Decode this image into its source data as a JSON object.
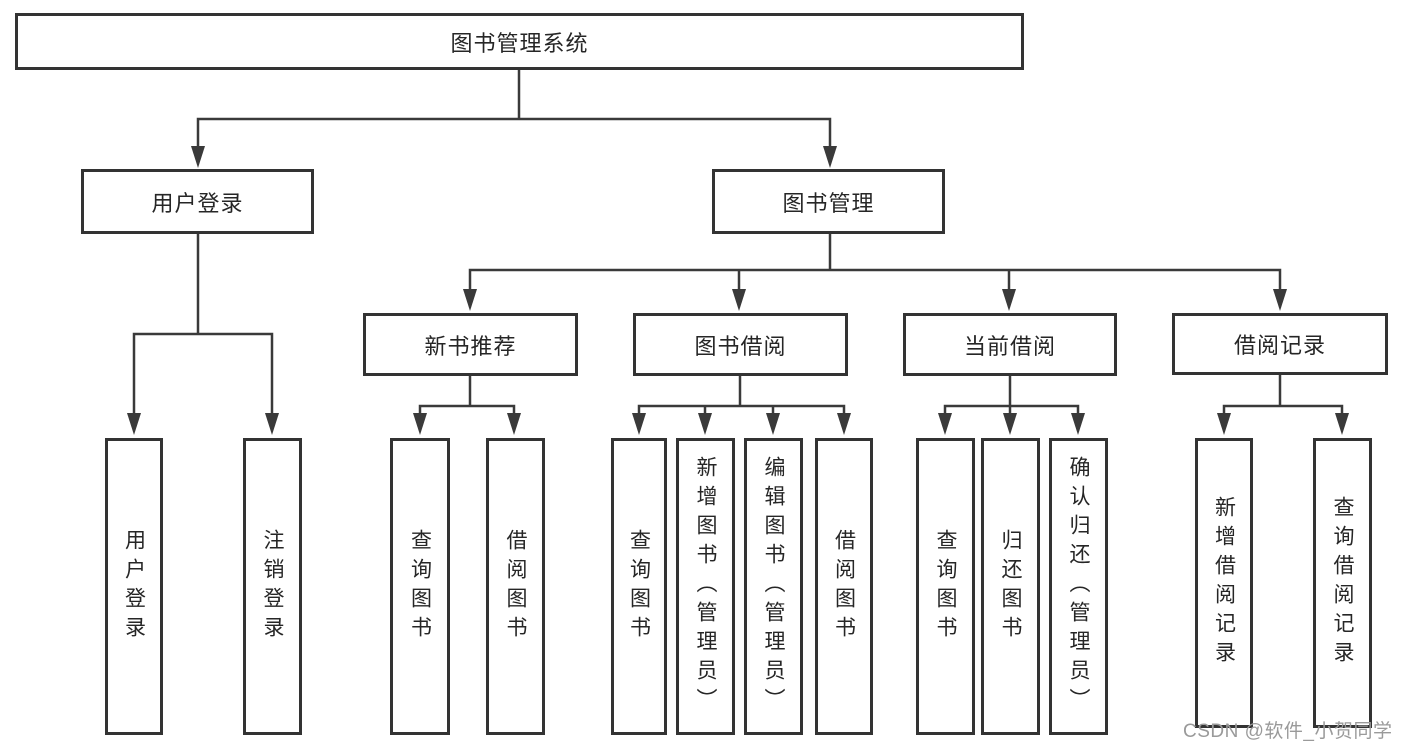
{
  "root": {
    "label": "图书管理系统"
  },
  "level2": {
    "user_login": {
      "label": "用户登录"
    },
    "book_management": {
      "label": "图书管理"
    }
  },
  "level3": {
    "new_book_recommend": {
      "label": "新书推荐"
    },
    "book_borrowing": {
      "label": "图书借阅"
    },
    "current_borrowing": {
      "label": "当前借阅"
    },
    "borrowing_records": {
      "label": "借阅记录"
    }
  },
  "leaves": {
    "user_login": {
      "label": "用户登录"
    },
    "logout": {
      "label": "注销登录"
    },
    "recommend_query_books": {
      "label": "查询图书"
    },
    "recommend_borrow_books": {
      "label": "借阅图书"
    },
    "borrow_query_books": {
      "label": "查询图书"
    },
    "borrow_add_books": {
      "label": "新增图书（管理员）"
    },
    "borrow_edit_books": {
      "label": "编辑图书（管理员）"
    },
    "borrow_borrow_books": {
      "label": "借阅图书"
    },
    "current_query_books": {
      "label": "查询图书"
    },
    "current_return_books": {
      "label": "归还图书"
    },
    "current_confirm_return": {
      "label": "确认归还（管理员）"
    },
    "records_add_record": {
      "label": "新增借阅记录"
    },
    "records_query_record": {
      "label": "查询借阅记录"
    }
  },
  "watermark": {
    "text": "CSDN @软件_小贺同学"
  },
  "colors": {
    "line": "#3a3a3a",
    "box_border": "#333333",
    "text": "#262626",
    "watermark": "#9a9a9a",
    "background": "#ffffff"
  }
}
